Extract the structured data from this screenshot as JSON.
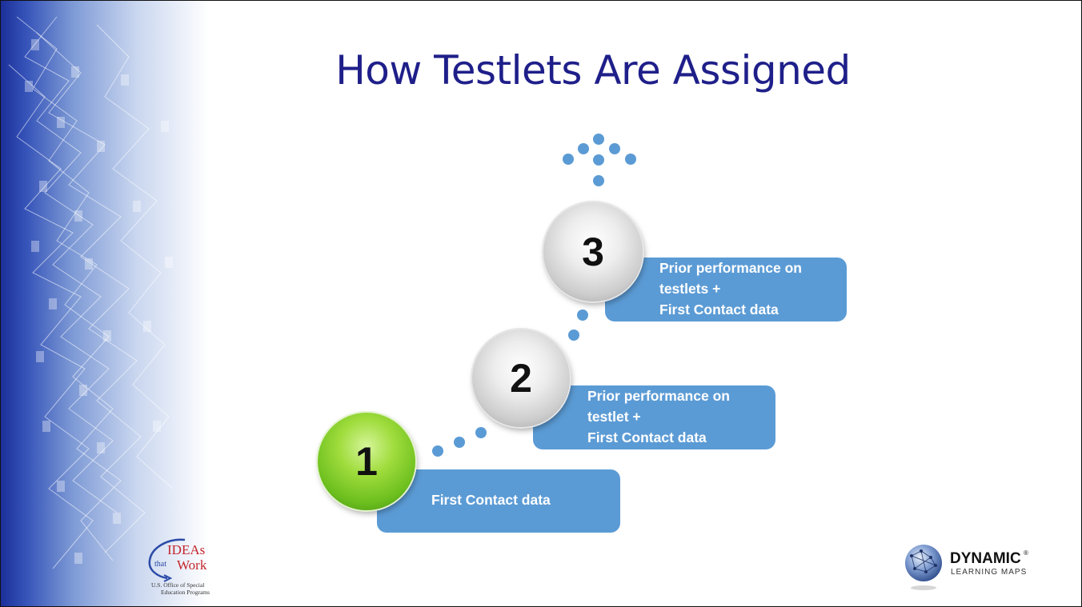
{
  "slide": {
    "title": "How Testlets Are Assigned"
  },
  "steps": [
    {
      "number": "1",
      "style": "green",
      "lines": [
        "First Contact data"
      ]
    },
    {
      "number": "2",
      "style": "grey",
      "lines": [
        "Prior performance on",
        "testlet +",
        "First Contact data"
      ]
    },
    {
      "number": "3",
      "style": "grey",
      "lines": [
        "Prior performance on",
        "testlets +",
        "First Contact data"
      ]
    }
  ],
  "logos": {
    "ideas": {
      "line1": "IDEAs",
      "line2": "that",
      "line3": "Work",
      "caption1": "U.S. Office of Special",
      "caption2": "Education Programs"
    },
    "dlm": {
      "line1": "DYNAMIC",
      "mark": "®",
      "line2": "LEARNING MAPS"
    }
  },
  "colors": {
    "title": "#1f1f8a",
    "box": "#5b9bd5",
    "dot": "#5b9bd5",
    "step1": "#7fcf24",
    "step2": "#cfcfcf",
    "step3": "#cfcfcf"
  }
}
